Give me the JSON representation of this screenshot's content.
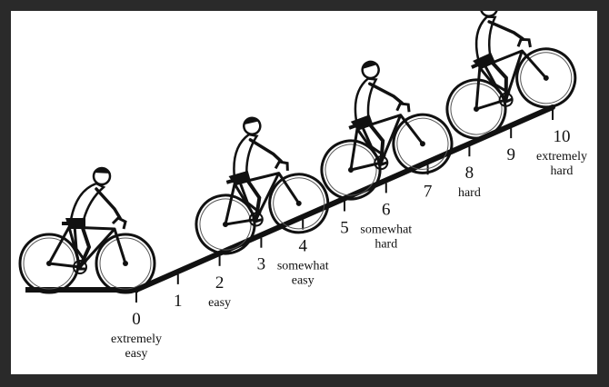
{
  "title": "",
  "scale": [
    {
      "value": "0",
      "lines": [
        "extremely",
        "easy"
      ]
    },
    {
      "value": "1",
      "lines": []
    },
    {
      "value": "2",
      "lines": [
        "easy"
      ]
    },
    {
      "value": "3",
      "lines": []
    },
    {
      "value": "4",
      "lines": [
        "somewhat",
        "easy"
      ]
    },
    {
      "value": "5",
      "lines": []
    },
    {
      "value": "6",
      "lines": [
        "somewhat",
        "hard"
      ]
    },
    {
      "value": "7",
      "lines": []
    },
    {
      "value": "8",
      "lines": [
        "hard"
      ]
    },
    {
      "value": "9",
      "lines": []
    },
    {
      "value": "10",
      "lines": [
        "extremely",
        "hard"
      ]
    }
  ],
  "cyclists": [
    {
      "name": "cyclist-flat"
    },
    {
      "name": "cyclist-easy"
    },
    {
      "name": "cyclist-somewhat-hard"
    },
    {
      "name": "cyclist-extremely-hard"
    }
  ],
  "colors": {
    "ink": "#111111",
    "frame": "#2a2a2a",
    "paper": "#ffffff"
  }
}
